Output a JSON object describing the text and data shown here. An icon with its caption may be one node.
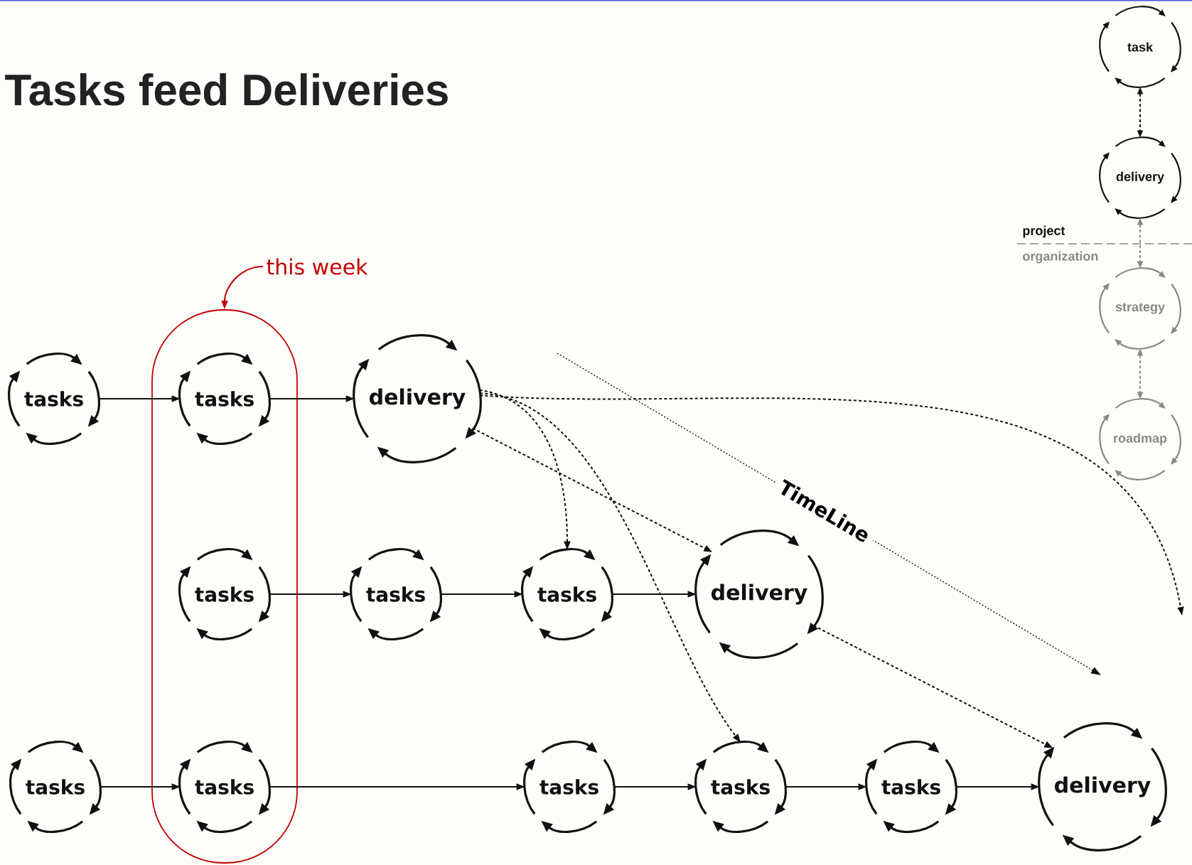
{
  "diagram": {
    "title": "Tasks feed Deliveries",
    "nodes": [
      {
        "text": [
          "this week"
        ]
      },
      {
        "text": [],
        "shape": "ellipse"
      },
      {
        "text": [
          "tasks"
        ]
      },
      {
        "text": [
          "tasks"
        ],
        "in": 1
      },
      {
        "text": [
          "delivery"
        ]
      },
      {
        "text": [
          "tasks"
        ],
        "in": 1
      },
      {
        "text": [
          "tasks"
        ]
      },
      {
        "text": [
          "tasks"
        ]
      },
      {
        "text": [
          "delivery"
        ]
      },
      {
        "text": [
          "tasks"
        ]
      },
      {
        "text": [
          "tasks"
        ],
        "in": 1
      },
      {
        "text": [
          "tasks"
        ]
      },
      {
        "text": [
          "tasks"
        ]
      },
      {
        "text": [
          "tasks"
        ]
      },
      {
        "text": [
          "delivery"
        ]
      },
      {
        "text": [
          "task"
        ]
      },
      {
        "text": [
          "delivery"
        ]
      },
      {
        "text": [
          "strategy"
        ]
      },
      {
        "text": [
          "roadmap"
        ]
      }
    ],
    "edges": [
      {
        "from": 0,
        "to": 1,
        "arrow": "to",
        "color": "#c00000"
      },
      {
        "from": 2,
        "to": 3,
        "arrow": "to"
      },
      {
        "from": 3,
        "to": 4,
        "arrow": "to"
      },
      {
        "from": 5,
        "to": 6,
        "arrow": "to"
      },
      {
        "from": 6,
        "to": 7,
        "arrow": "to"
      },
      {
        "from": 7,
        "to": 8,
        "arrow": "to"
      },
      {
        "from": 9,
        "to": 10,
        "arrow": "to"
      },
      {
        "from": 10,
        "to": 11,
        "arrow": "to"
      },
      {
        "from": 11,
        "to": 12,
        "arrow": "to"
      },
      {
        "from": 12,
        "to": 13,
        "arrow": "to"
      },
      {
        "from": 13,
        "to": 14,
        "arrow": "to"
      },
      {
        "from": 4,
        "to": 7,
        "arrow": "to",
        "style": "dashed"
      },
      {
        "from": 4,
        "to": 8,
        "arrow": "to",
        "style": "dashed"
      },
      {
        "from": 4,
        "to": 12,
        "arrow": "to",
        "style": "dashed"
      },
      {
        "from": 4,
        "to": null,
        "arrow": "to",
        "style": "dashed"
      },
      {
        "from": 8,
        "to": 14,
        "arrow": "to",
        "style": "dashed"
      },
      {
        "from": 15,
        "to": 16,
        "arrow": "both",
        "style": "dashed"
      },
      {
        "from": 16,
        "to": 17,
        "arrow": "both",
        "style": "dashed",
        "color": "#888888"
      },
      {
        "from": 17,
        "to": 18,
        "arrow": "both",
        "style": "dashed",
        "color": "#888888"
      }
    ],
    "labels": [
      "project",
      "organization",
      "TimeLine"
    ]
  }
}
